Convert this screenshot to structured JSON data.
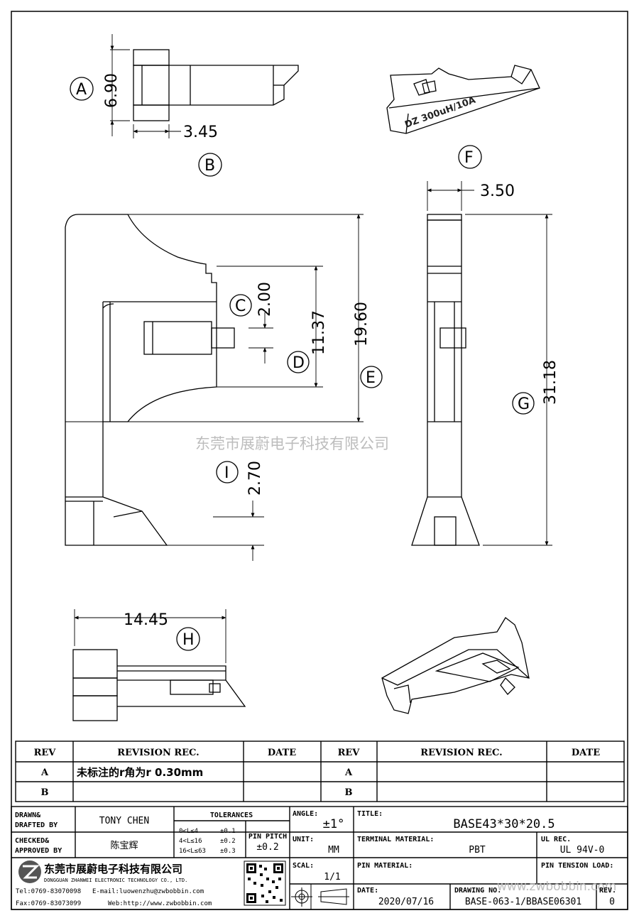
{
  "dimensions": {
    "a": "6.90",
    "b": "3.45",
    "f": "3.50",
    "c": "2.00",
    "d": "11.37",
    "e": "19.60",
    "g": "31.18",
    "i": "2.70",
    "h": "14.45"
  },
  "callouts": {
    "a": "A",
    "b": "B",
    "c": "C",
    "d": "D",
    "e": "E",
    "f": "F",
    "g": "G",
    "h": "H",
    "i": "I"
  },
  "part_marking": "DZ 300uH/10A",
  "watermark_company": "东莞市展蔚电子科技有限公司",
  "watermark_url": "www.zwbobbin.com",
  "revision_table": {
    "headers": [
      "REV",
      "REVISION REC.",
      "DATE",
      "REV",
      "REVISION REC.",
      "DATE"
    ],
    "rows": [
      {
        "rev": "A",
        "rec": "未标注的r角为r 0.30mm",
        "date": "",
        "rev2": "A",
        "rec2": "",
        "date2": ""
      },
      {
        "rev": "B",
        "rec": "",
        "date": "",
        "rev2": "B",
        "rec2": "",
        "date2": ""
      }
    ]
  },
  "title_block": {
    "drawn_label_1": "DRAWN&",
    "drawn_label_2": "DRAFTED BY",
    "drawn_value": "TONY CHEN",
    "checked_label_1": "CHECKED&",
    "checked_label_2": "APPROVED BY",
    "checked_value": "陈宝辉",
    "tolerances_label": "TOLERANCES",
    "tol_rows": [
      {
        "range": "0<L≤4",
        "tol": "±0.1"
      },
      {
        "range": "4<L≤16",
        "tol": "±0.2"
      },
      {
        "range": "16<L≤63",
        "tol": "±0.3"
      }
    ],
    "pin_pitch_label": "PIN PITCH",
    "pin_pitch_value": "±0.2",
    "angle_label": "ANGLE:",
    "angle_value": "±1°",
    "unit_label": "UNIT:",
    "unit_value": "MM",
    "scale_label": "SCAL:",
    "scale_value": "1/1",
    "title_label": "TITLE:",
    "title_value": "BASE43*30*20.5",
    "terminal_label": "TERMINAL MATERIAL:",
    "terminal_value": "PBT",
    "ul_label": "UL REC.",
    "ul_value": "UL 94V-0",
    "pin_material_label": "PIN MATERIAL:",
    "pin_material_value": "",
    "pin_tension_label": "PIN TENSION LOAD:",
    "pin_tension_value": "",
    "date_label": "DATE:",
    "date_value": "2020/07/16",
    "drawing_no_label": "DRAWING NO.",
    "drawing_no_value": "BASE-063-1/BBASE06301",
    "rev_label": "REV.",
    "rev_value": "0",
    "company_cn": "东莞市展蔚电子科技有限公司",
    "company_en": "DONGGUAN ZHANWEI ELECTRONIC TECHNOLOGY CO., LTD.",
    "tel": "Tel:0769-83070098",
    "email": "E-mail:luowenzhu@zwbobbin.com",
    "fax": "Fax:0769-83073099",
    "web": "Web:http://www.zwbobbin.com"
  }
}
